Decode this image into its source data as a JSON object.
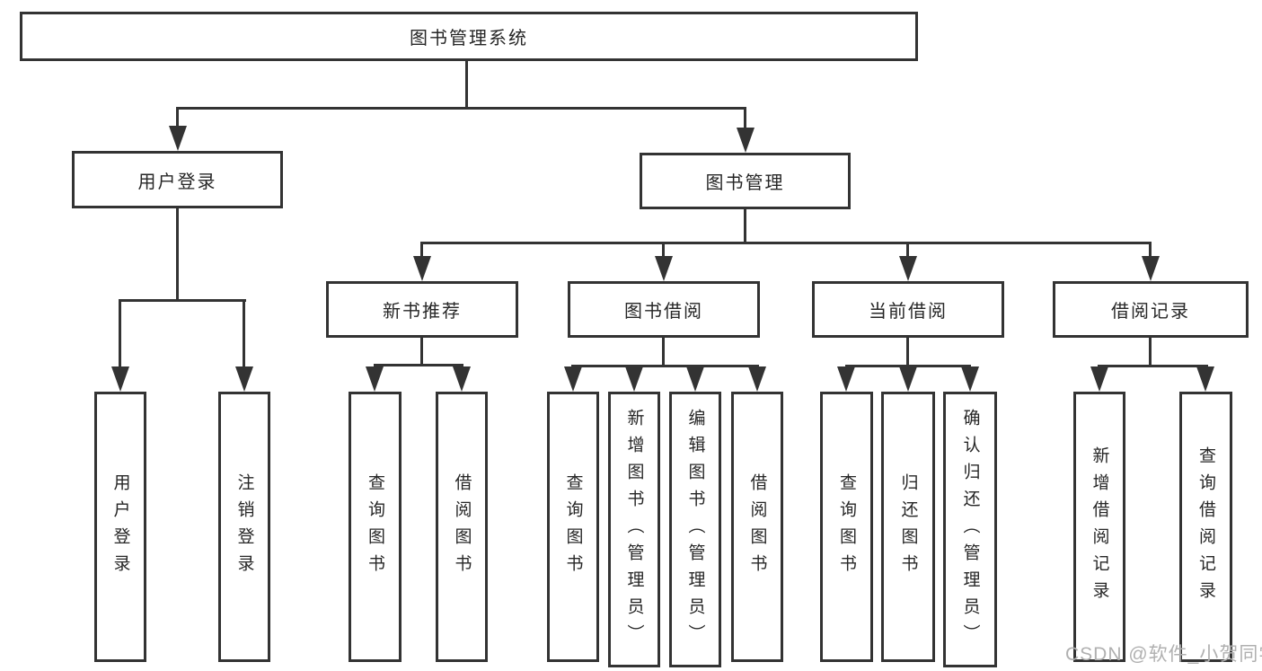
{
  "tree": {
    "root": {
      "label": "图书管理系统"
    },
    "branches": [
      {
        "label": "用户登录",
        "leaves": [
          {
            "label": "用户登录"
          },
          {
            "label": "注销登录"
          }
        ]
      },
      {
        "label": "图书管理",
        "children": [
          {
            "label": "新书推荐",
            "leaves": [
              {
                "label": "查询图书"
              },
              {
                "label": "借阅图书"
              }
            ]
          },
          {
            "label": "图书借阅",
            "leaves": [
              {
                "label": "查询图书"
              },
              {
                "label": "新增图书（管理员）"
              },
              {
                "label": "编辑图书（管理员）"
              },
              {
                "label": "借阅图书"
              }
            ]
          },
          {
            "label": "当前借阅",
            "leaves": [
              {
                "label": "查询图书"
              },
              {
                "label": "归还图书"
              },
              {
                "label": "确认归还（管理员）"
              }
            ]
          },
          {
            "label": "借阅记录",
            "leaves": [
              {
                "label": "新增借阅记录"
              },
              {
                "label": "查询借阅记录"
              }
            ]
          }
        ]
      }
    ]
  },
  "watermark": {
    "text": "CSDN @软件_小贺同学",
    "color": "#b0b0b0"
  },
  "colors": {
    "line": "#333333",
    "text": "#262626",
    "background": "#ffffff"
  }
}
